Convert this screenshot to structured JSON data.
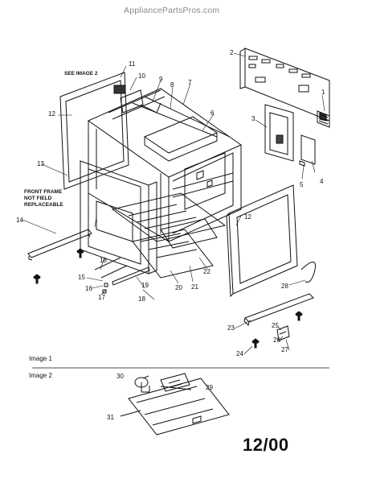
{
  "watermark": "AppliancePartsPros.com",
  "notes": {
    "see_image_2": "SEE IMAGE 2",
    "front_frame": [
      "FRONT FRAME",
      "NOT FIELD",
      "REPLACEABLE"
    ]
  },
  "image_captions": {
    "image1": "Image 1",
    "image2": "Image 2"
  },
  "date_code": "12/00",
  "callouts": [
    "1",
    "2",
    "3",
    "4",
    "5",
    "6",
    "7",
    "8",
    "9",
    "10",
    "11",
    "12",
    "12",
    "13",
    "14",
    "15",
    "16",
    "17",
    "18",
    "18",
    "19",
    "20",
    "21",
    "22",
    "23",
    "24",
    "25",
    "26",
    "27",
    "28",
    "29",
    "30",
    "31"
  ]
}
